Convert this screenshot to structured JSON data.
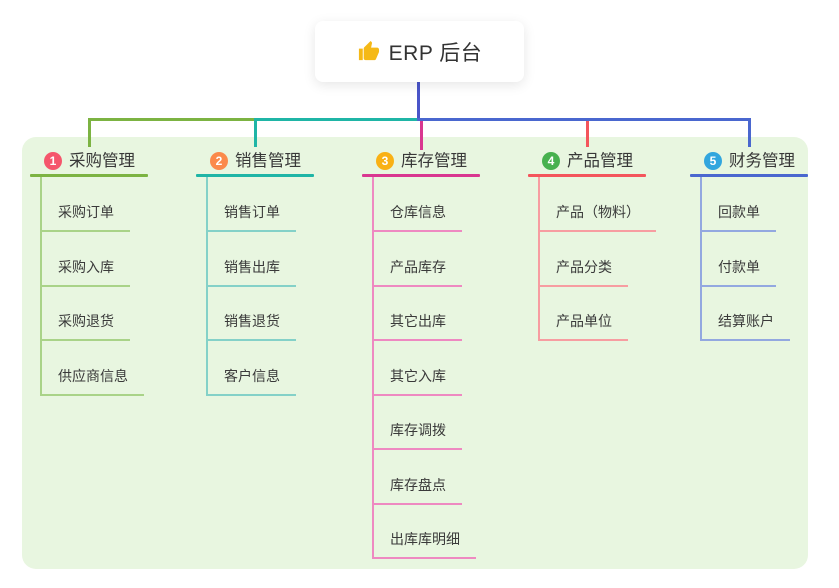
{
  "root": {
    "label": "ERP 后台",
    "icon": "thumbs-up-icon",
    "icon_color": "#f5b917",
    "line_color": "#4a55c9"
  },
  "panel": {
    "background": "#e8f6e0"
  },
  "branches": [
    {
      "number": "1",
      "label": "采购管理",
      "badge_color": "#f5566c",
      "line_color": "#7cb342",
      "child_line_color": "#a9d388",
      "children": [
        "采购订单",
        "采购入库",
        "采购退货",
        "供应商信息"
      ]
    },
    {
      "number": "2",
      "label": "销售管理",
      "badge_color": "#fb8a4b",
      "line_color": "#1fb5a6",
      "child_line_color": "#84d1c8",
      "children": [
        "销售订单",
        "销售出库",
        "销售退货",
        "客户信息"
      ]
    },
    {
      "number": "3",
      "label": "库存管理",
      "badge_color": "#f9b115",
      "line_color": "#d93790",
      "child_line_color": "#ee89c1",
      "children": [
        "仓库信息",
        "产品库存",
        "其它出库",
        "其它入库",
        "库存调拨",
        "库存盘点",
        "出库库明细"
      ]
    },
    {
      "number": "4",
      "label": "产品管理",
      "badge_color": "#47b14f",
      "line_color": "#f4555c",
      "child_line_color": "#f79da1",
      "children": [
        "产品（物料）",
        "产品分类",
        "产品单位"
      ]
    },
    {
      "number": "5",
      "label": "财务管理",
      "badge_color": "#32a6de",
      "line_color": "#4a67cf",
      "child_line_color": "#93a8e0",
      "children": [
        "回款单",
        "付款单",
        "结算账户"
      ]
    }
  ]
}
